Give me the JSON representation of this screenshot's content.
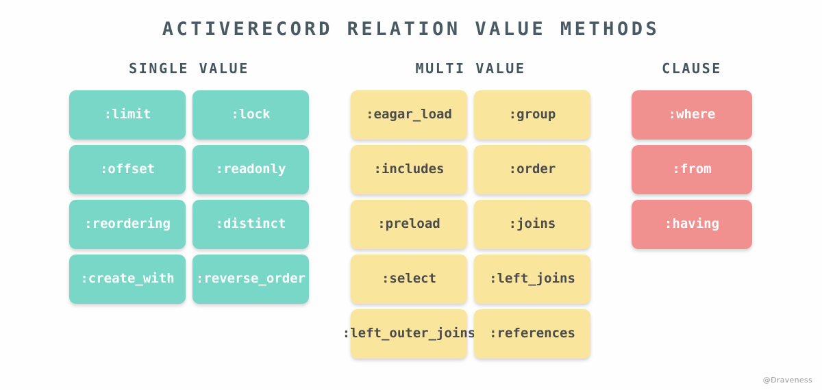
{
  "title": "ACTIVERECORD RELATION VALUE METHODS",
  "watermark": "@Draveness",
  "colors": {
    "background": "#fefefe",
    "title_text": "#4a5a63",
    "header_text": "#44545d",
    "single_value_card": "#79d7c8",
    "single_value_text": "#ffffff",
    "multi_value_card": "#f9e59c",
    "multi_value_text": "#4b4b4b",
    "clause_card": "#f0918f",
    "clause_text": "#ffffff",
    "watermark_text": "#9a9a9a"
  },
  "columns": [
    {
      "key": "single_value",
      "header": "SINGLE VALUE",
      "items": [
        ":limit",
        ":lock",
        ":offset",
        ":readonly",
        ":reordering",
        ":distinct",
        ":create_with",
        ":reverse_order"
      ]
    },
    {
      "key": "multi_value",
      "header": "MULTI VALUE",
      "items": [
        ":eagar_load",
        ":group",
        ":includes",
        ":order",
        ":preload",
        ":joins",
        ":select",
        ":left_joins",
        ":left_outer_joins",
        ":references"
      ]
    },
    {
      "key": "clause",
      "header": "CLAUSE",
      "items": [
        ":where",
        ":from",
        ":having"
      ]
    }
  ]
}
